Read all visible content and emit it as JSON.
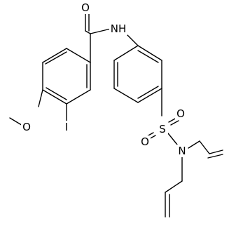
{
  "atoms": {
    "carbonyl_oxygen": "O",
    "amide_nh": "NH",
    "iodine": "I",
    "methoxy_oxygen": "O",
    "sulfur": "S",
    "sulfonyl_oxygen_left": "O",
    "sulfonyl_oxygen_right": "O",
    "sulfonamide_nitrogen": "N"
  }
}
